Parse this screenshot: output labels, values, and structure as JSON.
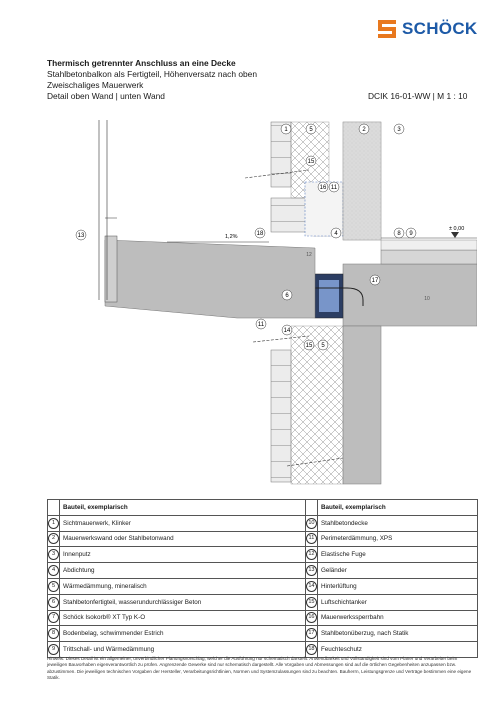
{
  "brand": {
    "name": "SCHÖCK",
    "color": "#1d5aa7",
    "accent": "#e8781e"
  },
  "title": {
    "line1": "Thermisch getrennter Anschluss an eine Decke",
    "line2": "Stahlbetonbalkon als Fertigteil, Höhenversatz nach oben",
    "line3": "Zweischaliges Mauerwerk",
    "line4": "Detail oben Wand | unten Wand"
  },
  "detail_ref": "DCIK 16-01-WW   |   M 1 : 10",
  "drawing": {
    "labels": {
      "c1": "1",
      "c2": "2",
      "c3": "3",
      "c4": "4",
      "c5a": "5",
      "c5b": "5",
      "c6": "6",
      "c8": "8",
      "c9": "9",
      "c10": "10",
      "c11a": "11",
      "c11b": "11",
      "c12": "12",
      "c13": "13",
      "c14": "14",
      "c15a": "15",
      "c15b": "15",
      "c16": "16",
      "c17": "17",
      "c18": "18"
    },
    "dim_slope": "1,2%",
    "level": "± 0,00"
  },
  "legend": {
    "header_left": "Bauteil, exemplarisch",
    "header_right": "Bauteil, exemplarisch",
    "rows": [
      {
        "ln": "1",
        "lt": "Sichtmauerwerk, Klinker",
        "rn": "10",
        "rt": "Stahlbetondecke"
      },
      {
        "ln": "2",
        "lt": "Mauerwerkswand oder Stahlbetonwand",
        "rn": "11",
        "rt": "Perimeterdämmung, XPS"
      },
      {
        "ln": "3",
        "lt": "Innenputz",
        "rn": "12",
        "rt": "Elastische Fuge"
      },
      {
        "ln": "4",
        "lt": "Abdichtung",
        "rn": "13",
        "rt": "Geländer"
      },
      {
        "ln": "5",
        "lt": "Wärmedämmung, mineralisch",
        "rn": "14",
        "rt": "Hinterlüftung"
      },
      {
        "ln": "6",
        "lt": "Stahlbetonfertigteil, wasserundurchlässiger Beton",
        "rn": "15",
        "rt": "Luftschichtanker"
      },
      {
        "ln": "7",
        "lt": "Schöck Isokorb® XT Typ K-O",
        "rn": "16",
        "rt": "Mauerwerkssperrbahn"
      },
      {
        "ln": "8",
        "lt": "Bodenbelag, schwimmender Estrich",
        "rn": "17",
        "rt": "Stahlbetonüberzug, nach Statik"
      },
      {
        "ln": "9",
        "lt": "Trittschall- und Wärmedämmung",
        "rn": "18",
        "rt": "Feuchteschutz"
      }
    ]
  },
  "note": "Hinweis: Dieses Detail ist ein allgemeiner, unverbindlicher Planungsvorschlag, welcher die Ausführung nur schematisch darstellt. Anwendbarkeit und Vollständigkeit sind vom Planer und Verarbeiter beim jeweiligen Bauvorhaben eigenverantwortlich zu prüfen. Angrenzende Gewerke sind nur schematisch dargestellt. Alle Vorgaben und Abmessungen sind auf die örtlichen Gegebenheiten anzupassen bzw. abzustimmen. Die jeweiligen technischen Vorgaben der Hersteller, Verarbeitungsrichtlinien, Normen und Systemzulassungen sind zu beachten. Bauherrn, Leistungsgrenze und Verträge bestimmen eine eigene Statik."
}
